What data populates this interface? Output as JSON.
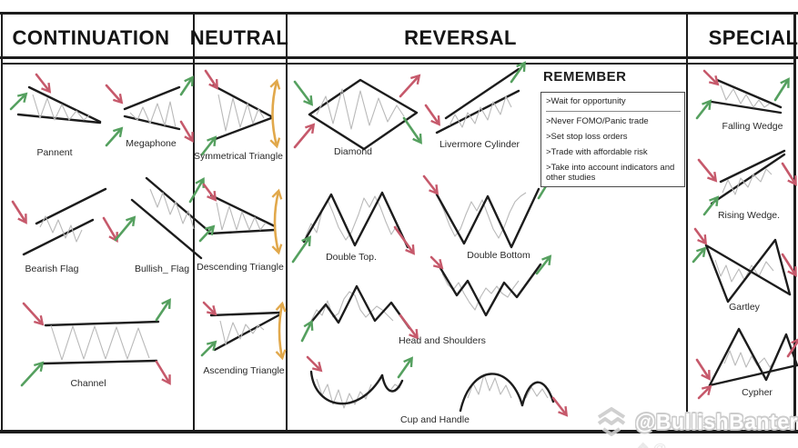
{
  "header": {
    "continuation": "CONTINUATION",
    "neutral": "NEUTRAL",
    "reversal": "REVERSAL",
    "special": "SPECIAL"
  },
  "patterns": {
    "continuation": {
      "pennant": "Pannent",
      "megaphone": "Megaphone",
      "bearish_flag": "Bearish Flag",
      "bullish_flag": "Bullish_ Flag",
      "channel": "Channel"
    },
    "neutral": {
      "symmetrical_triangle": "Symmetrical Triangle",
      "descending_triangle": "Descending Triangle",
      "ascending_triangle": "Ascending Triangle"
    },
    "reversal": {
      "diamond": "Diamond",
      "livermore_cylinder": "Livermore Cylinder",
      "double_top": "Double Top.",
      "double_bottom": "Double Bottom",
      "head_and_shoulders": "Head and Shoulders",
      "cup_and_handle": "Cup and Handle"
    },
    "special": {
      "falling_wedge": "Falling Wedge",
      "rising_wedge": "Rising Wedge.",
      "gartley": "Gartley",
      "cypher": "Cypher"
    }
  },
  "remember": {
    "title": "REMEMBER",
    "items": [
      ">Wait for opportunity",
      ">Never FOMO/Panic trade",
      ">Set stop loss orders",
      ">Trade with affordable risk",
      ">Take into account indicators and other studies"
    ]
  },
  "watermark": {
    "handle": "@BullishBanter",
    "partial": "@",
    "icon": "diamond-chevron-logo"
  },
  "colors": {
    "green": "#55a05f",
    "red": "#c6596b",
    "orange": "#e1a84b",
    "line": "#1c1c1c",
    "zigzag": "#b9b9b9"
  }
}
